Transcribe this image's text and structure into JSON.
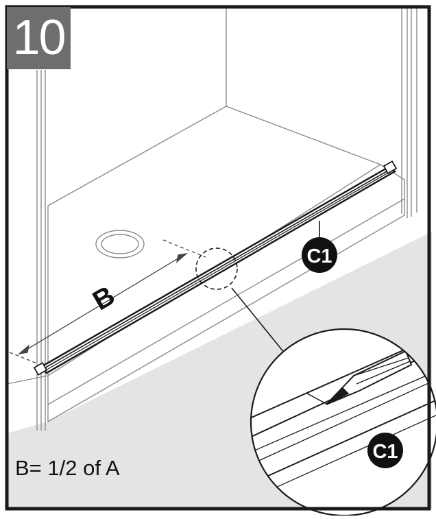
{
  "step": {
    "number": "10"
  },
  "labels": {
    "dimension": "B",
    "part_main": "C1",
    "part_detail": "C1"
  },
  "note": "B= 1/2 of A",
  "colors": {
    "step_badge": "#6d6e70",
    "floor": "#e3e4e5",
    "badge": "#111111",
    "outline": "#1a1a1a"
  },
  "icons": [
    "pencil-icon",
    "magnifier-callout"
  ]
}
